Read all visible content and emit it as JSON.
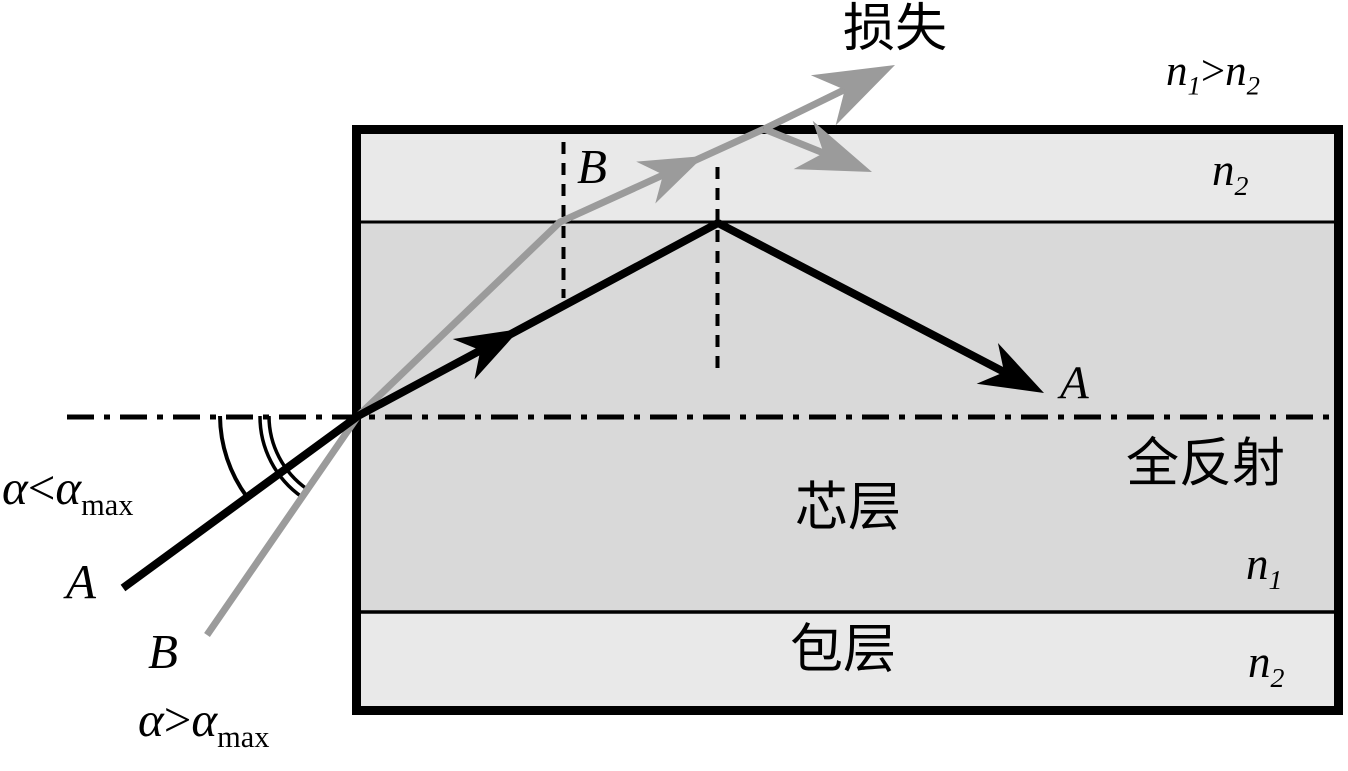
{
  "colors": {
    "ray_a": "#000000",
    "ray_b": "#9b9b9b",
    "cladding_fill": "#e9e9e9",
    "core_fill": "#d9d9d9",
    "border": "#000000",
    "background": "#ffffff"
  },
  "labels": {
    "loss": "损失",
    "index_relation": {
      "n1": "n",
      "n1_sub": "1",
      "op": ">",
      "n2": "n",
      "n2_sub": "2"
    },
    "top_cladding_index": {
      "base": "n",
      "sub": "2"
    },
    "core_index": {
      "base": "n",
      "sub": "1"
    },
    "bottom_cladding_index": {
      "base": "n",
      "sub": "2"
    },
    "core_layer": "芯层",
    "bottom_cladding_layer": "包层",
    "total_internal_reflection": "全反射",
    "ray_a_source": "A",
    "ray_a_reflected": "A",
    "ray_b_source": "B",
    "ray_b_refracted": "B",
    "angle_a": {
      "lhs": "α",
      "op": "<",
      "rhs": "α",
      "rhs_sub": "max"
    },
    "angle_b": {
      "lhs": "α",
      "op": ">",
      "rhs": "α",
      "rhs_sub": "max"
    }
  }
}
